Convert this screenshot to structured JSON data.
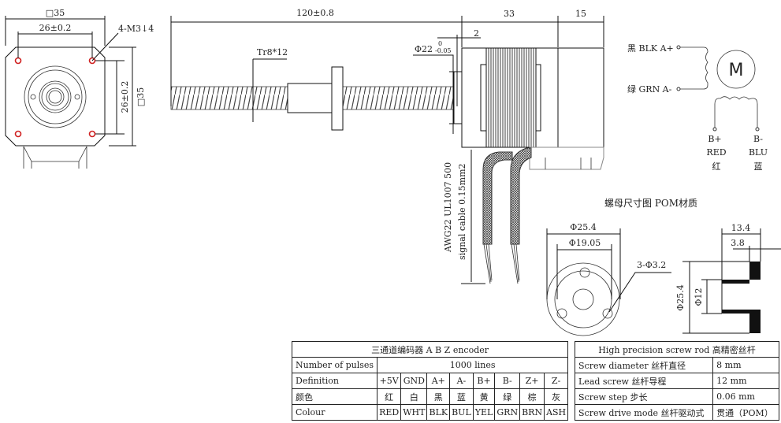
{
  "front_view": {
    "width_dim": "□35",
    "hole_spacing_h": "26±0.2",
    "hole_spacing_v": "26±0.2",
    "height_dim": "□35",
    "holes": "4-M3↓4"
  },
  "side_view": {
    "length": "120±0.8",
    "motor_len": "33",
    "rear_len": "15",
    "boss_len": "2",
    "boss_dia": "Φ22",
    "boss_tol_upper": "0",
    "boss_tol_lower": "-0.05",
    "thread": "Tr8*12",
    "cable_line1": "AWG22 UL1007 500",
    "cable_line2": "signal cable 0.15mm2"
  },
  "schematic": {
    "a_plus": "黑 BLK A+",
    "a_minus": "绿 GRN A-",
    "motor": "M",
    "b_plus": "B+",
    "b_plus_color": "RED",
    "b_plus_cn": "红",
    "b_minus": "B-",
    "b_minus_color": "BLU",
    "b_minus_cn": "蓝"
  },
  "nut": {
    "title": "螺母尺寸图 POM材质",
    "outer_dia": "Φ25.4",
    "pcd": "Φ19.05",
    "holes": "3-Φ3.2",
    "length": "13.4",
    "flange": "3.8",
    "section_dia": "Φ25.4",
    "bore": "Φ12"
  },
  "encoder_table": {
    "title": "三通道编码器 A B Z encoder",
    "pulses_label": "Number of pulses",
    "pulses_value": "1000 lines",
    "definition_label": "Definition",
    "definitions": [
      "+5V",
      "GND",
      "A+",
      "A-",
      "B+",
      "B-",
      "Z+",
      "Z-"
    ],
    "cn_label": "颜色",
    "cn_colors": [
      "红",
      "白",
      "黑",
      "蓝",
      "黄",
      "绿",
      "棕",
      "灰"
    ],
    "colour_label": "Colour",
    "colours": [
      "RED",
      "WHT",
      "BLK",
      "BUL",
      "YEL",
      "GRN",
      "BRN",
      "ASH"
    ]
  },
  "screw_table": {
    "title": "High precision screw rod  高精密丝杆",
    "rows": [
      {
        "label": "Screw diameter 丝杆直径",
        "value": "8 mm"
      },
      {
        "label": "Lead screw 丝杆导程",
        "value": "12 mm"
      },
      {
        "label": "Screw step 步长",
        "value": "0.06 mm"
      },
      {
        "label": "Screw drive mode 丝杆驱动式",
        "value": "贯通（POM）"
      }
    ]
  },
  "colors": {
    "hole": "#d02020",
    "ink": "#111111"
  }
}
